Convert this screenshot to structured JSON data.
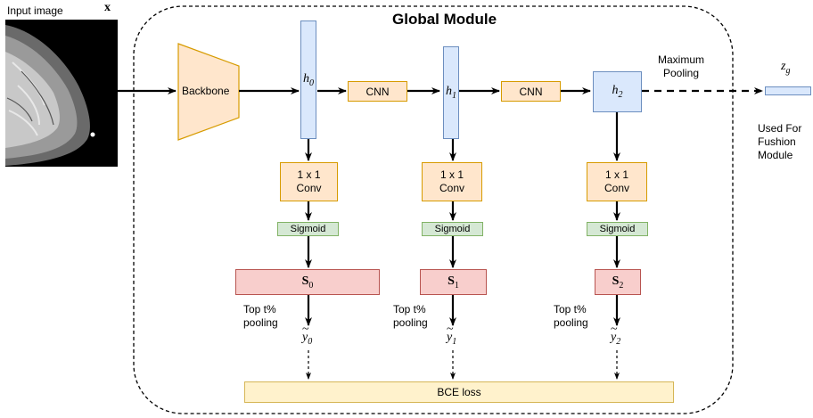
{
  "input": {
    "caption": "Input image",
    "symbol": "x"
  },
  "module_title": "Global Module",
  "backbone": "Backbone",
  "h0": {
    "main": "h",
    "sub": "0"
  },
  "h1": {
    "main": "h",
    "sub": "1"
  },
  "h2": {
    "main": "h",
    "sub": "2"
  },
  "cnn_a": "CNN",
  "cnn_b": "CNN",
  "conv": {
    "line1": "1 x 1",
    "line2": "Conv"
  },
  "sigmoid": "Sigmoid",
  "s0": {
    "main": "S",
    "sub": "0"
  },
  "s1": {
    "main": "S",
    "sub": "1"
  },
  "s2": {
    "main": "S",
    "sub": "2"
  },
  "pool": {
    "line1": "Top t%",
    "line2": "pooling"
  },
  "y0": {
    "main": "y",
    "sub": "0"
  },
  "y1": {
    "main": "y",
    "sub": "1"
  },
  "y2": {
    "main": "y",
    "sub": "2"
  },
  "maxpool": {
    "line1": "Maximum",
    "line2": "Pooling"
  },
  "zg": {
    "main": "z",
    "sub": "g"
  },
  "used_for": {
    "line1": "Used For",
    "line2": "Fushion",
    "line3": "Module"
  },
  "bce": "BCE loss"
}
